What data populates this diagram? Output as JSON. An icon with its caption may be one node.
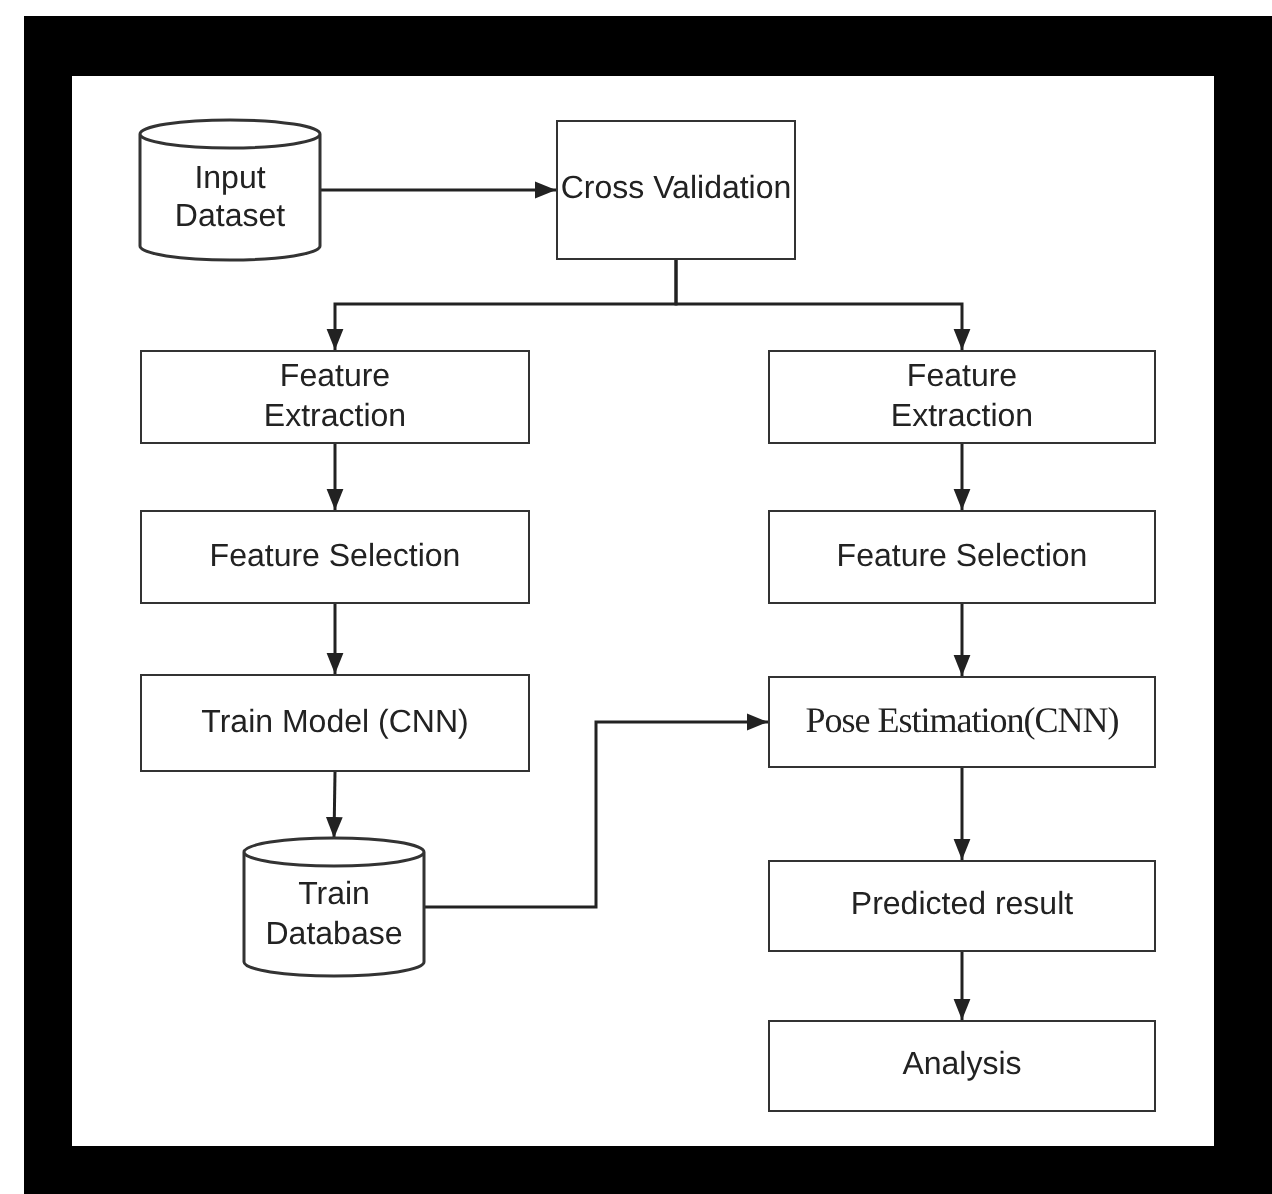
{
  "diagram": {
    "nodes": [
      {
        "text": [
          "Input Dataset"
        ]
      },
      {
        "text": [
          "Cross Validation"
        ]
      },
      {
        "text": [
          "Feature Extraction"
        ]
      },
      {
        "text": [
          "Feature Extraction"
        ]
      },
      {
        "text": [
          "Feature Selection"
        ]
      },
      {
        "text": [
          "Feature Selection"
        ]
      },
      {
        "text": [
          "Train Model (CNN)"
        ]
      },
      {
        "text": [
          "Pose Estimation(CNN)"
        ]
      },
      {
        "text": [
          "Train Database"
        ]
      },
      {
        "text": [
          "Predicted result"
        ]
      },
      {
        "text": [
          "Analysis"
        ]
      }
    ],
    "edges": [
      {
        "from": 0,
        "to": 1,
        "arrow": "to"
      },
      {
        "from": 1,
        "to": 2,
        "arrow": "to"
      },
      {
        "from": 1,
        "to": 3,
        "arrow": "to"
      },
      {
        "from": 2,
        "to": 4,
        "arrow": "to"
      },
      {
        "from": 3,
        "to": 5,
        "arrow": "to"
      },
      {
        "from": 4,
        "to": 6,
        "arrow": "to"
      },
      {
        "from": 6,
        "to": 8,
        "arrow": "to"
      },
      {
        "from": 5,
        "to": 7,
        "arrow": "to"
      },
      {
        "from": 8,
        "to": 7,
        "arrow": "to"
      },
      {
        "from": 7,
        "to": 9,
        "arrow": "to"
      },
      {
        "from": 9,
        "to": 10,
        "arrow": "to"
      }
    ]
  }
}
